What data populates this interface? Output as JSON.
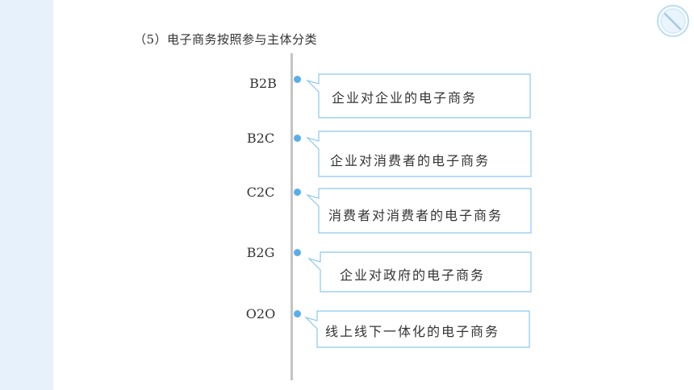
{
  "title": "（5）电子商务按照参与主体分类",
  "entries": [
    {
      "code": "B2B",
      "description": "企业对企业的电子商务"
    },
    {
      "code": "B2C",
      "description": "企业对消费者的电子商务"
    },
    {
      "code": "C2C",
      "description": "消费者对消费者的电子商务"
    },
    {
      "code": "B2G",
      "description": "企业对政府的电子商务"
    },
    {
      "code": "O2O",
      "description": "线上线下一体化的电子商务"
    }
  ],
  "colors": {
    "accent": "#5aaee8",
    "callout_border": "#8cc7ee",
    "timeline": "#c4c4c4",
    "left_band": "#e6f1fc"
  },
  "icons": {
    "corner": "slash-circle-icon"
  }
}
